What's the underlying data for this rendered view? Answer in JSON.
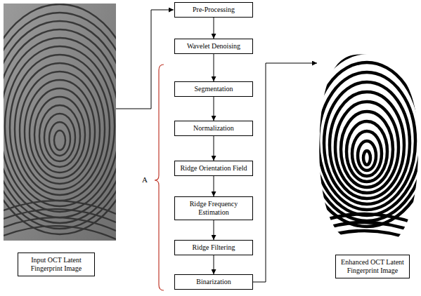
{
  "diagram": {
    "nodes": [
      {
        "text": [
          "Input OCT Latent Fingerprint Image"
        ]
      },
      {
        "text": [
          "Pre-Processing"
        ]
      },
      {
        "text": [
          "Wavelet Denoising"
        ]
      },
      {
        "text": [
          "Segmentation"
        ]
      },
      {
        "text": [
          "Normalization"
        ]
      },
      {
        "text": [
          "Ridge Orientation Field"
        ]
      },
      {
        "text": [
          "Ridge Frequency Estimation"
        ]
      },
      {
        "text": [
          "Ridge Filtering"
        ]
      },
      {
        "text": [
          "Binarization"
        ]
      },
      {
        "text": [
          "Enhanced OCT Latent Fingerprint Image"
        ]
      }
    ],
    "edges": [
      {
        "from": 1,
        "to": 2,
        "arrow": "to"
      },
      {
        "from": 2,
        "to": 3,
        "arrow": "to"
      },
      {
        "from": 3,
        "to": 4,
        "arrow": "to"
      },
      {
        "from": 4,
        "to": 5,
        "arrow": "to"
      },
      {
        "from": 5,
        "to": 6,
        "arrow": "to"
      },
      {
        "from": 6,
        "to": 7,
        "arrow": "to"
      },
      {
        "from": 7,
        "to": 8,
        "arrow": "to"
      }
    ],
    "labels": [
      "A"
    ]
  }
}
